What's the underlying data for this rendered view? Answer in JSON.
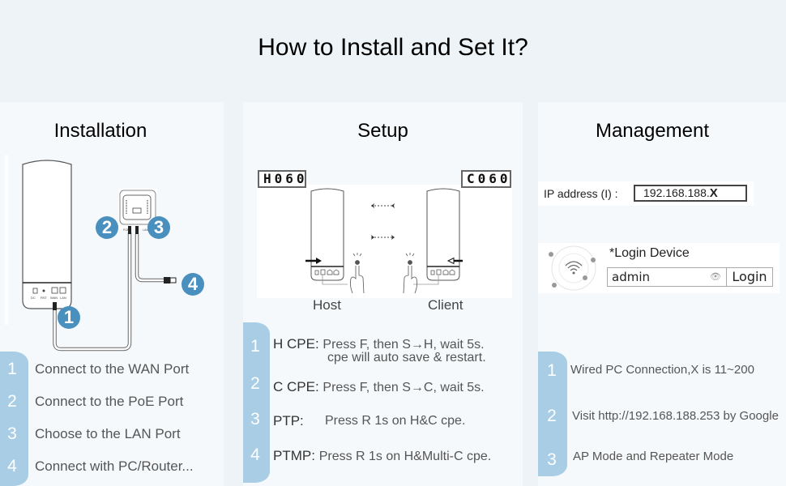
{
  "title": "How to Install and Set It?",
  "installation": {
    "heading": "Installation",
    "diagram": {
      "badges": [
        "1",
        "2",
        "3",
        "4"
      ],
      "device_port_labels": [
        "DC",
        "RST",
        "WAN",
        "LAN"
      ],
      "injector_port_labels": [
        "POE",
        "LAN"
      ]
    },
    "steps": [
      {
        "num": "1",
        "text": "Connect to the WAN Port"
      },
      {
        "num": "2",
        "text": "Connect to the PoE Port"
      },
      {
        "num": "3",
        "text": "Choose to the LAN Port"
      },
      {
        "num": "4",
        "text": "Connect with PC/Router..."
      }
    ]
  },
  "setup": {
    "heading": "Setup",
    "host_display": "H060",
    "client_display": "C060",
    "host_label": "Host",
    "client_label": "Client",
    "steps": [
      {
        "num": "1",
        "label": "H CPE:",
        "text": "Press F, then S→H, wait 5s.",
        "text2": "cpe will auto save & restart."
      },
      {
        "num": "2",
        "label": "C CPE:",
        "text": "Press F, then S→C, wait 5s."
      },
      {
        "num": "3",
        "label": "PTP:",
        "text": "Press R 1s on H&C cpe."
      },
      {
        "num": "4",
        "label": "PTMP:",
        "text": "Press R 1s on H&Multi-C cpe."
      }
    ]
  },
  "management": {
    "heading": "Management",
    "ip_label": "IP address (I) :",
    "ip_prefix": "192.168.188.",
    "ip_suffix": "X",
    "login_title": "*Login Device",
    "login_value": "admin",
    "login_button": "Login",
    "icons": {
      "wifi": "wifi-icon",
      "eye": "eye-icon"
    },
    "steps": [
      {
        "num": "1",
        "text": "Wired PC Connection,X is 11~200"
      },
      {
        "num": "2",
        "text": "Visit http://192.168.188.253 by Google"
      },
      {
        "num": "3",
        "text": "AP Mode and Repeater Mode"
      }
    ]
  },
  "colors": {
    "badge": "#4a90be",
    "pill": "#a8cde4",
    "background": "#edf3f7",
    "panel": "#f6f9fb"
  }
}
